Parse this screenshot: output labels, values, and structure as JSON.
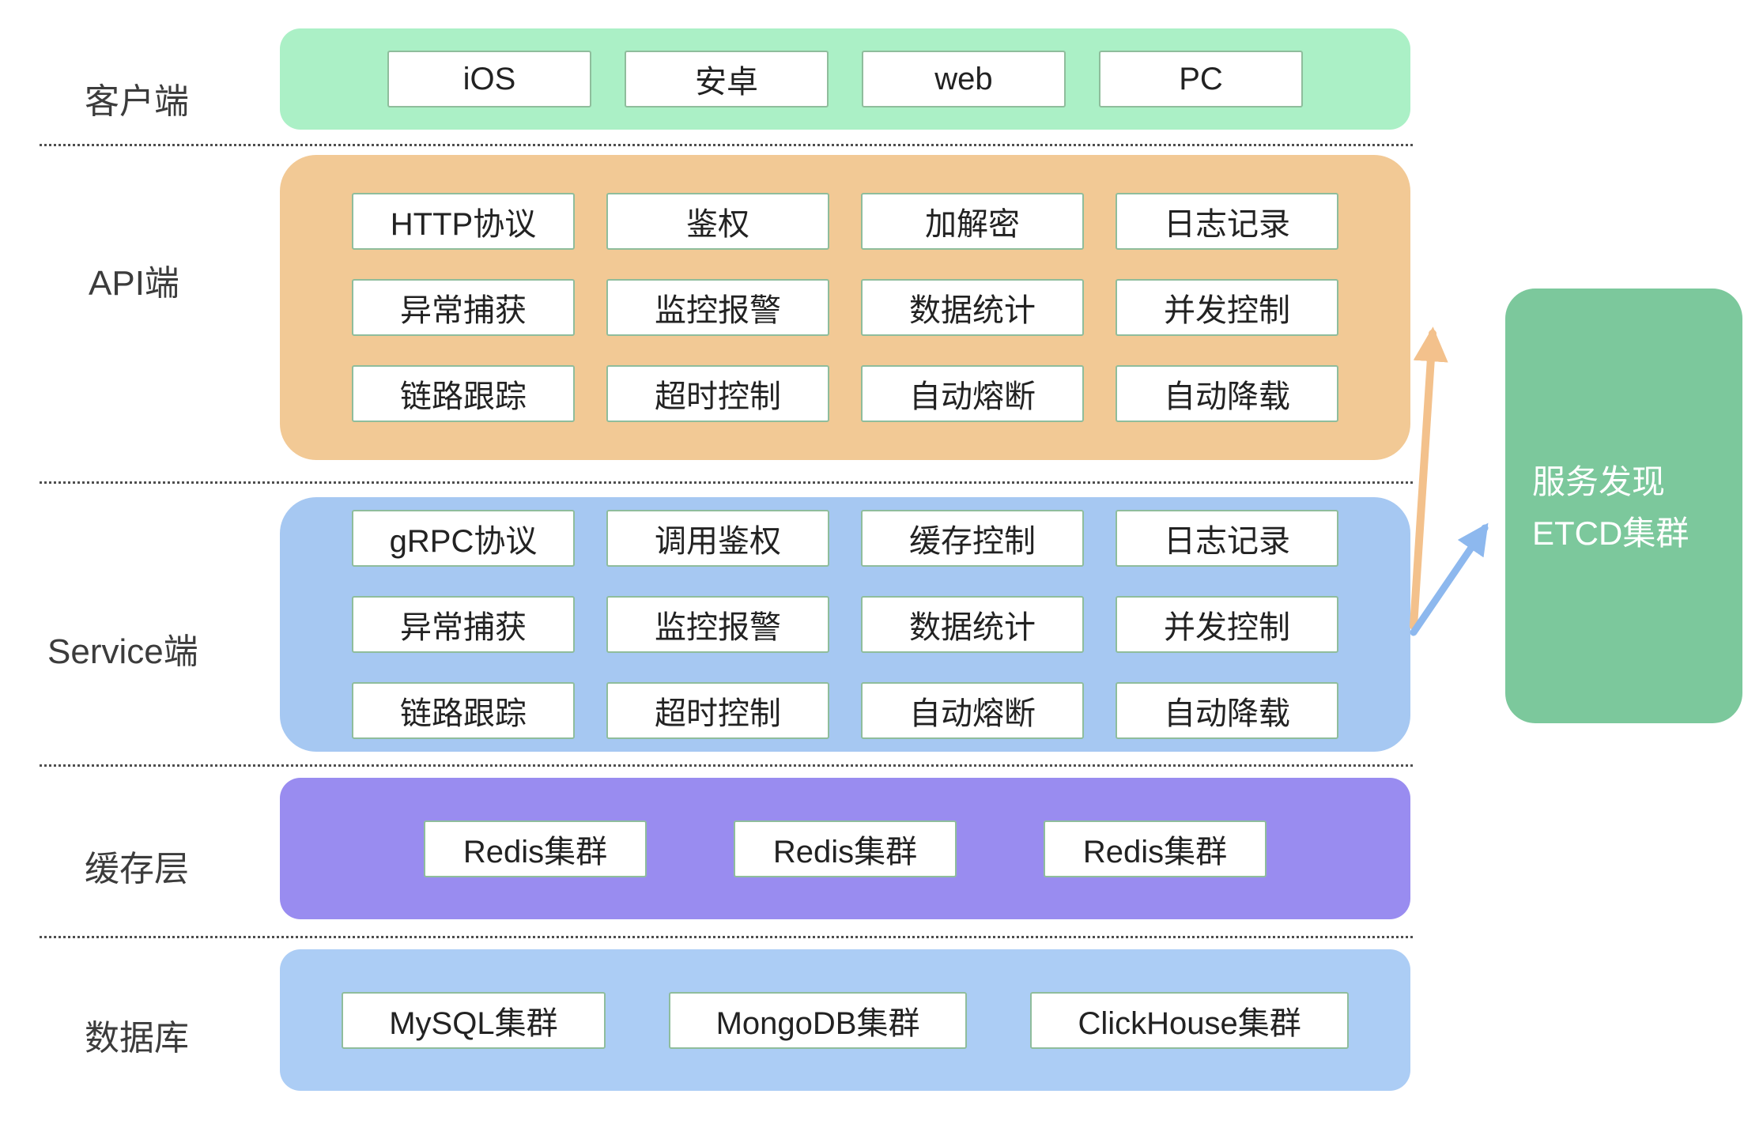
{
  "left_labels": {
    "client": "客户端",
    "api": "API端",
    "service": "Service端",
    "cache": "缓存层",
    "db": "数据库"
  },
  "client": {
    "items": [
      "iOS",
      "安卓",
      "web",
      "PC"
    ]
  },
  "api": {
    "rows": [
      [
        "HTTP协议",
        "鉴权",
        "加解密",
        "日志记录"
      ],
      [
        "异常捕获",
        "监控报警",
        "数据统计",
        "并发控制"
      ],
      [
        "链路跟踪",
        "超时控制",
        "自动熔断",
        "自动降载"
      ]
    ]
  },
  "service": {
    "rows": [
      [
        "gRPC协议",
        "调用鉴权",
        "缓存控制",
        "日志记录"
      ],
      [
        "异常捕获",
        "监控报警",
        "数据统计",
        "并发控制"
      ],
      [
        "链路跟踪",
        "超时控制",
        "自动熔断",
        "自动降载"
      ]
    ]
  },
  "cache": {
    "items": [
      "Redis集群",
      "Redis集群",
      "Redis集群"
    ]
  },
  "db": {
    "items": [
      "MySQL集群",
      "MongoDB集群",
      "ClickHouse集群"
    ]
  },
  "etcd": {
    "line1": "服务发现",
    "line2": "ETCD集群"
  },
  "colors": {
    "client_bg": "#abf0c6",
    "api_bg": "#f2c995",
    "service_bg": "#a6c8f2",
    "cache_bg": "#998cf0",
    "db_bg": "#accdf5",
    "etcd_bg": "#7cc89c",
    "box_border": "#8fbd9c",
    "arrow_orange": "#f3c18c",
    "arrow_blue": "#8db8ee"
  }
}
